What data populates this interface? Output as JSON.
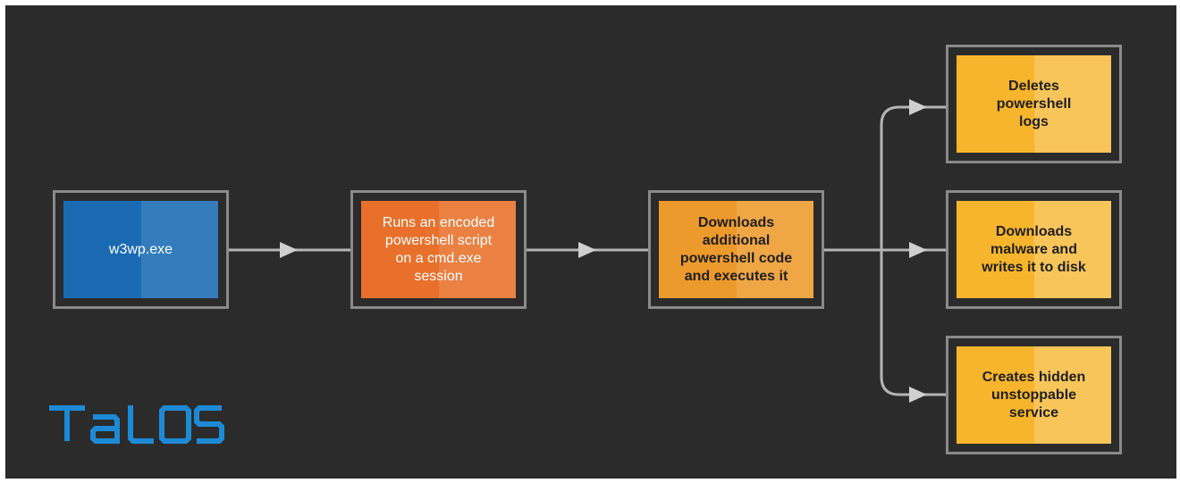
{
  "logo": {
    "text": "TaLOS",
    "color": "#1d8ad6"
  },
  "colors": {
    "panel_bg": "#2b2b2b",
    "node_border": "#8a8a8a",
    "connector": "#b4b4b4",
    "blue": "#1a6ab3",
    "orange": "#e8702a",
    "amber": "#ed9a2c",
    "yellow": "#f7b52d"
  },
  "nodes": {
    "w3wp": {
      "label": "w3wp.exe"
    },
    "encoded_ps": {
      "label": "Runs an encoded\npowershell script\non a cmd.exe\nsession"
    },
    "downloads_code": {
      "label": "Downloads\nadditional\npowershell code\nand executes it"
    },
    "delete_logs": {
      "label": "Deletes\npowershell\nlogs"
    },
    "download_malware": {
      "label": "Downloads\nmalware and\nwrites it to disk"
    },
    "hidden_service": {
      "label": "Creates hidden\nunstoppable\nservice"
    }
  }
}
